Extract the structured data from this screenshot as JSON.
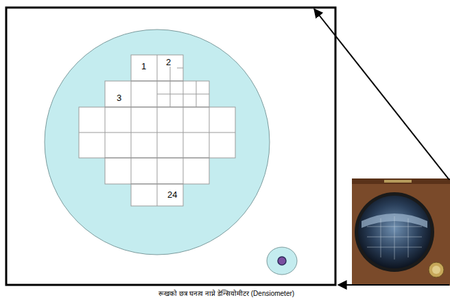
{
  "diagram": {
    "caption": "रूखको छत्र घनत्व नाप्ने डेन्सियोमीटर (Densiometer)",
    "labels": [
      "1",
      "2",
      "3",
      "24"
    ]
  }
}
